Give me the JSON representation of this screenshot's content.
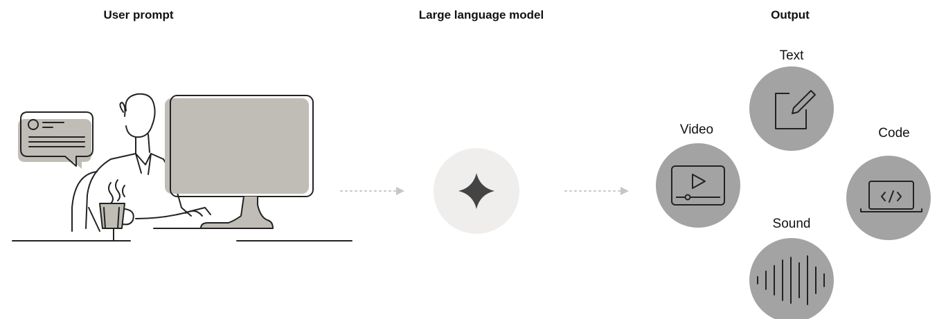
{
  "headings": {
    "user_prompt": "User prompt",
    "llm": "Large language model",
    "output": "Output"
  },
  "outputs": [
    {
      "label": "Text",
      "icon": "pencil-note-icon"
    },
    {
      "label": "Video",
      "icon": "video-player-icon"
    },
    {
      "label": "Code",
      "icon": "code-laptop-icon"
    },
    {
      "label": "Sound",
      "icon": "sound-wave-icon"
    }
  ],
  "colors": {
    "circle_fill": "#a3a3a3",
    "line": "#222222",
    "monitor_fill": "#c0bdb6",
    "llm_bg": "#efeeec",
    "arrow": "#c6c6c6"
  }
}
